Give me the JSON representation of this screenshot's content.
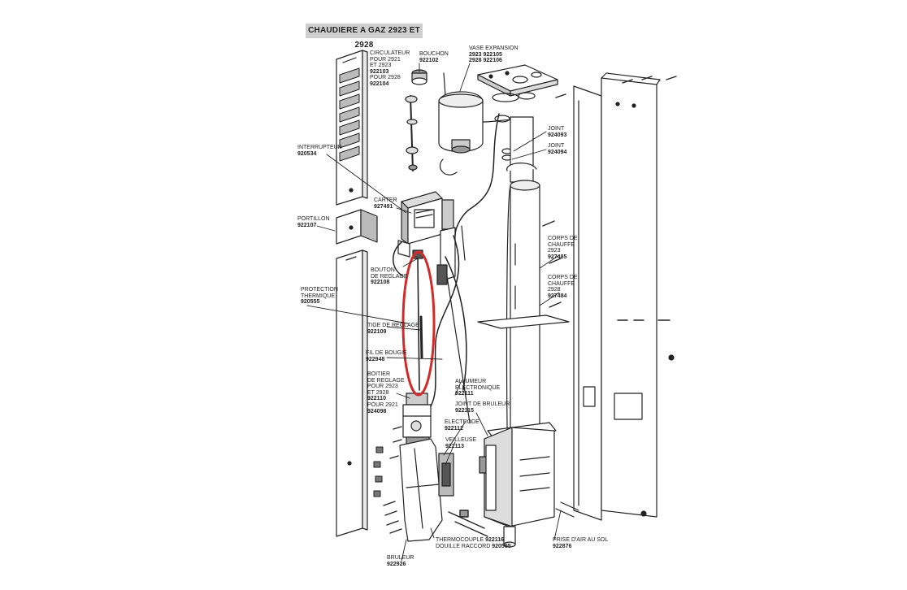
{
  "title": "CHAUDIERE A GAZ 2923 ET 2928",
  "labels": {
    "circulateur": {
      "lines": [
        "CIRCULATEUR",
        "POUR 2921",
        "ET 2923"
      ],
      "ref1": "922103",
      "line2": "POUR 2928",
      "ref2": "922104"
    },
    "bouchon": {
      "name": "BOUCHON",
      "ref": "922102"
    },
    "vase": {
      "name": "VASE EXPANSION",
      "line1": "2923  922105",
      "line2": "2928  922106"
    },
    "joint1": {
      "name": "JOINT",
      "ref": "924093"
    },
    "joint2": {
      "name": "JOINT",
      "ref": "924094"
    },
    "interrupteur": {
      "name": "INTERRUPTEUR",
      "ref": "920534"
    },
    "carter": {
      "name": "CARTER",
      "ref": "927491"
    },
    "portillon": {
      "name": "PORTILLON",
      "ref": "922107"
    },
    "bouton": {
      "lines": [
        "BOUTON",
        "DE REGLAGE"
      ],
      "ref": "922108"
    },
    "protection": {
      "lines": [
        "PROTECTION",
        "THERMIQUE"
      ],
      "ref": "920555"
    },
    "tige": {
      "name": "TIGE DE REGLAGE",
      "ref": "922109"
    },
    "fil": {
      "name": "FIL DE BOUGIE",
      "ref": "922948"
    },
    "boitier": {
      "lines": [
        "BOITIER",
        "DE REGLAGE",
        "POUR 2923",
        "ET 2928"
      ],
      "ref1": "922110",
      "line2": "POUR 2921",
      "ref2": "924098"
    },
    "allumeur": {
      "lines": [
        "ALLUMEUR",
        "ELECTRONIQUE"
      ],
      "ref": "922111"
    },
    "joint_bruleur": {
      "name": "JOINT DE BRULEUR",
      "ref": "922115"
    },
    "electrode": {
      "name": "ELECTRODE",
      "ref": "922112"
    },
    "veilleuse": {
      "name": "VEILLEUSE",
      "ref": "922113"
    },
    "corps2923": {
      "lines": [
        "CORPS DE",
        "CHAUFFE",
        "2923"
      ],
      "ref": "927485"
    },
    "corps2928": {
      "lines": [
        "CORPS DE",
        "CHAUFFE",
        "2928"
      ],
      "ref": "927484"
    },
    "thermocouple": {
      "name": "THERMOCOUPLE",
      "ref": "922116"
    },
    "douille": {
      "name": "DOUILLE RACCORD",
      "ref": "920555"
    },
    "bruleur": {
      "name": "BRULEUR",
      "ref": "922926"
    },
    "prise": {
      "name": "PRISE D'AIR AU SOL",
      "ref": "922876"
    }
  },
  "colors": {
    "ink": "#222222",
    "highlight": "#d42a2a",
    "title_bg": "#cfcfcf"
  }
}
